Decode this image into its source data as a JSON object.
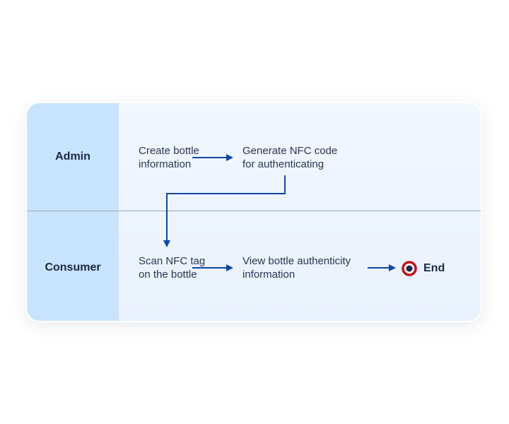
{
  "diagram": {
    "type": "swimlane-flowchart",
    "lanes": [
      {
        "id": "admin",
        "label": "Admin"
      },
      {
        "id": "consumer",
        "label": "Consumer"
      }
    ],
    "steps": [
      {
        "id": "create",
        "lane": "admin",
        "text": "Create bottle\ninformation"
      },
      {
        "id": "generate",
        "lane": "admin",
        "text": "Generate NFC code\nfor authenticating"
      },
      {
        "id": "scan",
        "lane": "consumer",
        "text": "Scan NFC tag\non the bottle"
      },
      {
        "id": "view",
        "lane": "consumer",
        "text": "View bottle authenticity\ninformation"
      }
    ],
    "end": {
      "label": "End"
    },
    "edges": [
      {
        "from": "create",
        "to": "generate"
      },
      {
        "from": "generate",
        "to": "scan"
      },
      {
        "from": "scan",
        "to": "view"
      },
      {
        "from": "view",
        "to": "end"
      }
    ],
    "colors": {
      "arrow": "#0d47a1",
      "lane_label_bg": "#c8e4fc",
      "end_ring": "#c0141c",
      "end_dot": "#1b2746"
    }
  }
}
